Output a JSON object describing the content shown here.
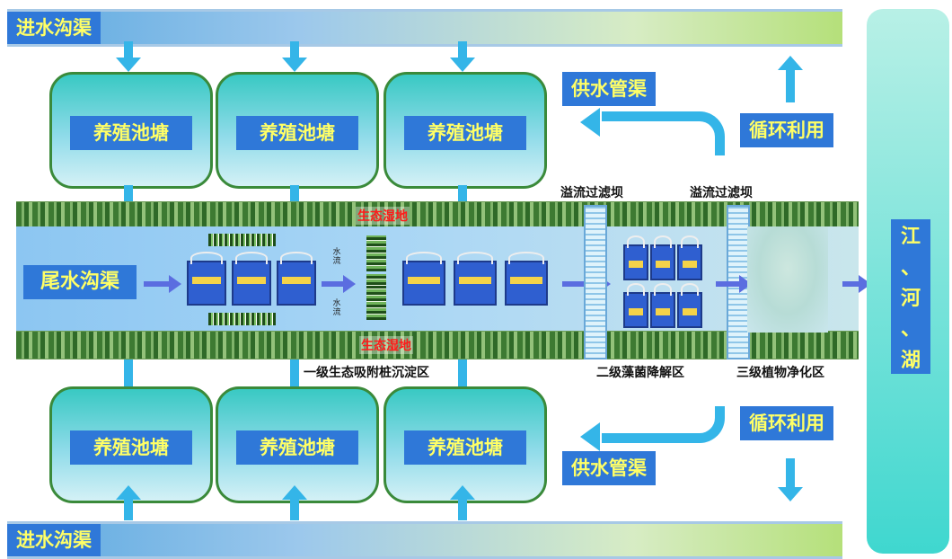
{
  "inlet_top": "进水沟渠",
  "inlet_bottom": "进水沟渠",
  "ponds_top": [
    "养殖池塘",
    "养殖池塘",
    "养殖池塘"
  ],
  "ponds_bottom": [
    "养殖池塘",
    "养殖池塘",
    "养殖池塘"
  ],
  "tail_channel": "尾水沟渠",
  "wetland_top": "生态湿地",
  "wetland_bottom": "生态湿地",
  "water_flow_1": "水流",
  "water_flow_2": "水流",
  "filter_dam_1": "溢流过滤坝",
  "filter_dam_2": "溢流过滤坝",
  "zone_1": "一级生态吸附桩沉淀区",
  "zone_2": "二级藻菌降解区",
  "zone_3": "三级植物净化区",
  "supply_top": "供水管渠",
  "supply_bottom": "供水管渠",
  "recycle_top": "循环利用",
  "recycle_bottom": "循环利用",
  "river_chars": [
    "江",
    "、",
    "河",
    "、",
    "湖"
  ],
  "colors": {
    "label_bg": "#2f78d8",
    "label_text": "#ffff66",
    "arrow": "#34b5e8",
    "flow": "#5b6de0",
    "red": "#ff1a1a"
  }
}
